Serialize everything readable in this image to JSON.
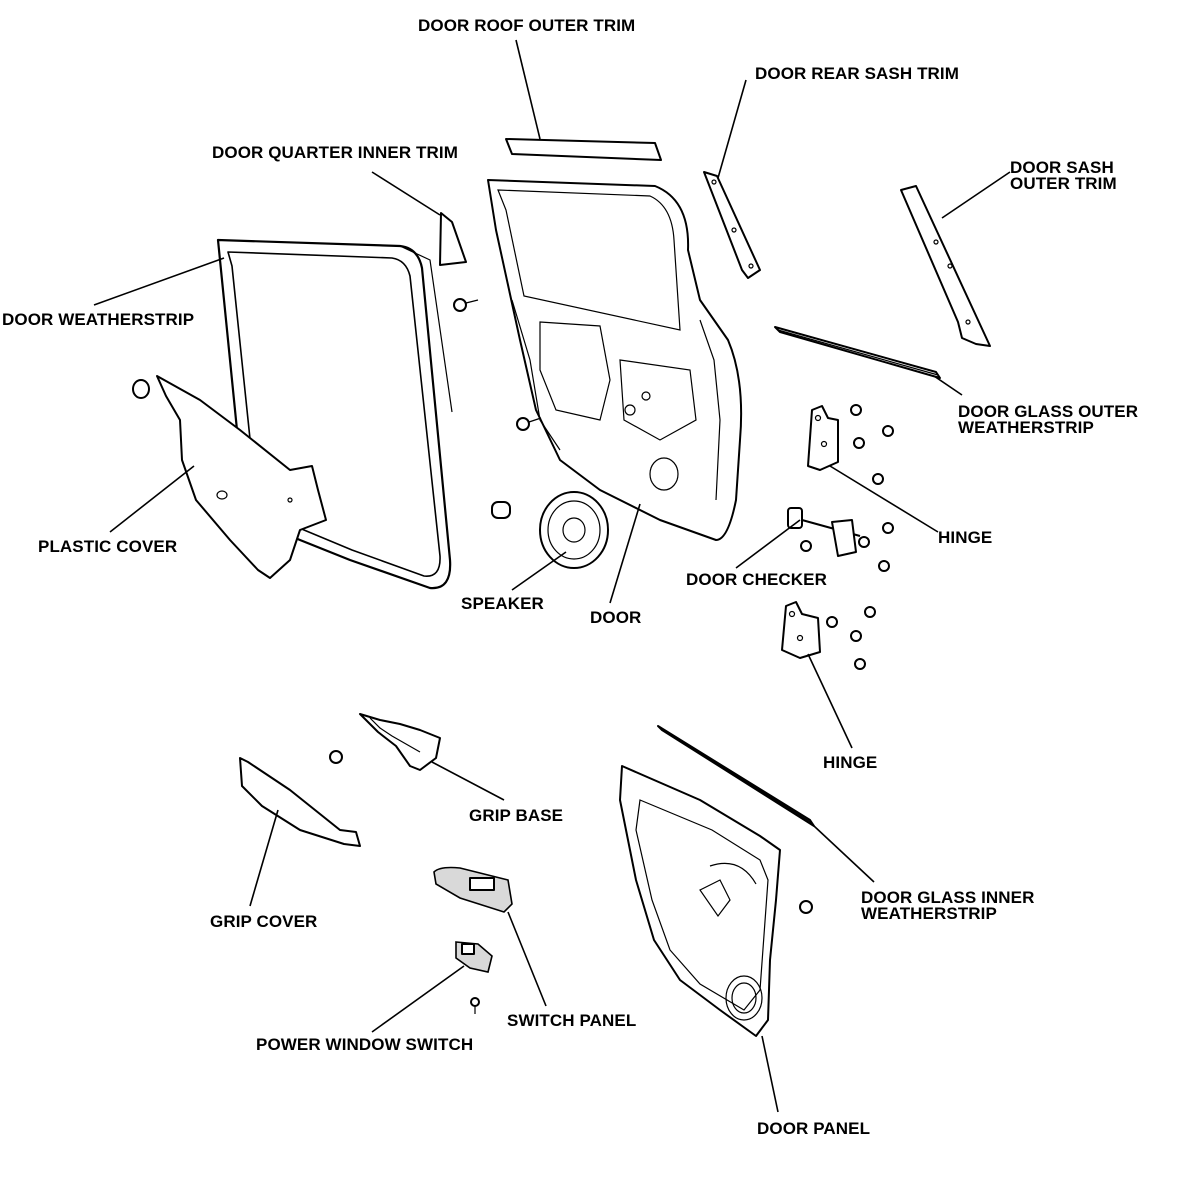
{
  "labels": {
    "door_roof_outer_trim": "DOOR ROOF OUTER TRIM",
    "door_rear_sash_trim": "DOOR REAR SASH TRIM",
    "door_quarter_inner_trim": "DOOR QUARTER INNER TRIM",
    "door_sash_outer_trim_line1": "DOOR SASH",
    "door_sash_outer_trim_line2": "OUTER TRIM",
    "door_weatherstrip": "DOOR WEATHERSTRIP",
    "door_glass_outer_weatherstrip_line1": "DOOR GLASS OUTER",
    "door_glass_outer_weatherstrip_line2": "WEATHERSTRIP",
    "plastic_cover": "PLASTIC COVER",
    "hinge_upper": "HINGE",
    "door_checker": "DOOR CHECKER",
    "speaker": "SPEAKER",
    "door": "DOOR",
    "hinge_lower": "HINGE",
    "grip_base": "GRIP BASE",
    "grip_cover": "GRIP COVER",
    "door_glass_inner_weatherstrip_line1": "DOOR GLASS INNER",
    "door_glass_inner_weatherstrip_line2": "WEATHERSTRIP",
    "switch_panel": "SWITCH PANEL",
    "power_window_switch": "POWER WINDOW SWITCH",
    "door_panel": "DOOR PANEL"
  }
}
